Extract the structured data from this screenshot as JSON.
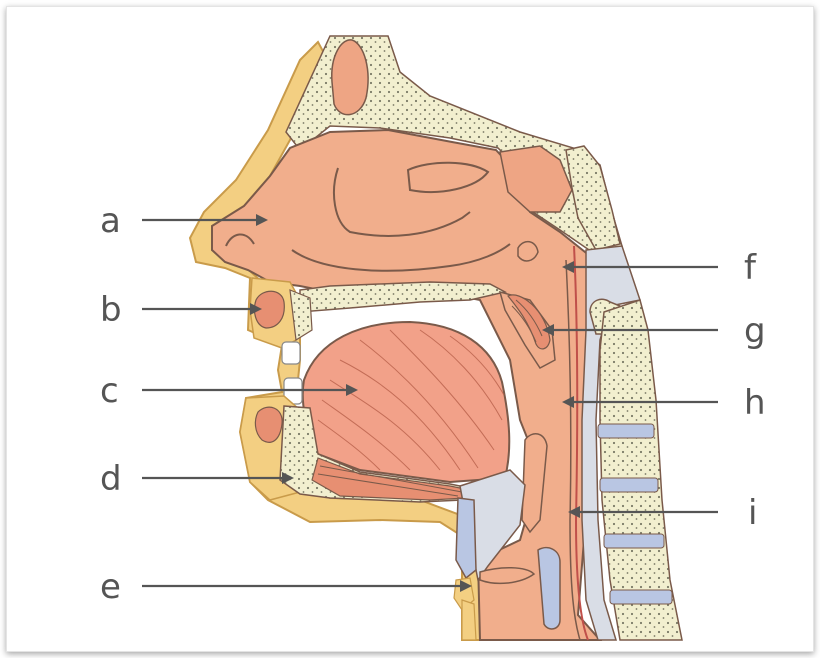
{
  "colors": {
    "tissue": "#f1ae8c",
    "tissue_dark": "#e78f72",
    "tongue": "#f2a189",
    "skin": "#f3cf82",
    "skin_edge": "#e0b25a",
    "bone": "#f2efcf",
    "cartilage": "#d9dde6",
    "disc": "#b9c6e3",
    "outline": "#7a5a4a",
    "arrow": "#555555"
  },
  "labels": [
    {
      "id": "a",
      "text": "a"
    },
    {
      "id": "b",
      "text": "b"
    },
    {
      "id": "c",
      "text": "c"
    },
    {
      "id": "d",
      "text": "d"
    },
    {
      "id": "e",
      "text": "e"
    },
    {
      "id": "f",
      "text": "f"
    },
    {
      "id": "g",
      "text": "g"
    },
    {
      "id": "h",
      "text": "h"
    },
    {
      "id": "i",
      "text": "i"
    }
  ]
}
